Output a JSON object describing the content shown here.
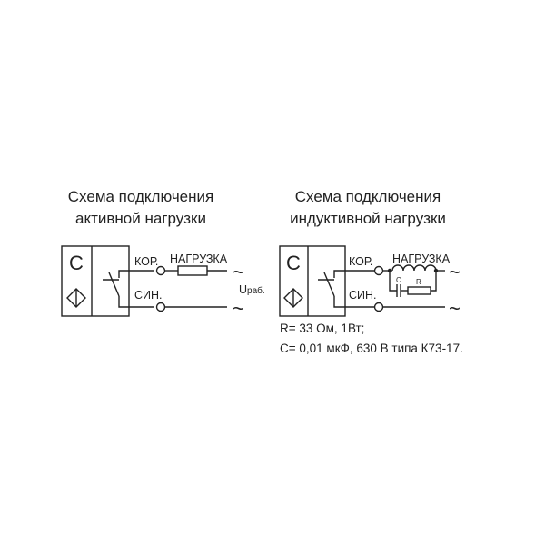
{
  "left": {
    "title_line1": "Схема подключения",
    "title_line2": "активной нагрузки",
    "sensor_letter": "С",
    "terminal_top": "КОР.",
    "terminal_bottom": "СИН.",
    "load_label": "НАГРУЗКА",
    "ac_symbol_top": "~",
    "ac_symbol_bottom": "~",
    "voltage_label": "U",
    "voltage_subscript": "раб."
  },
  "right": {
    "title_line1": "Схема подключения",
    "title_line2": "индуктивной нагрузки",
    "sensor_letter": "С",
    "terminal_top": "КОР.",
    "terminal_bottom": "СИН.",
    "load_label": "НАГРУЗКА",
    "capacitor_label": "C",
    "resistor_label": "R",
    "ac_symbol_top": "~",
    "ac_symbol_bottom": "~",
    "note_line1": "R= 33 Ом, 1Вт;",
    "note_line2": "C= 0,01 мкФ, 630 В типа К73-17."
  }
}
